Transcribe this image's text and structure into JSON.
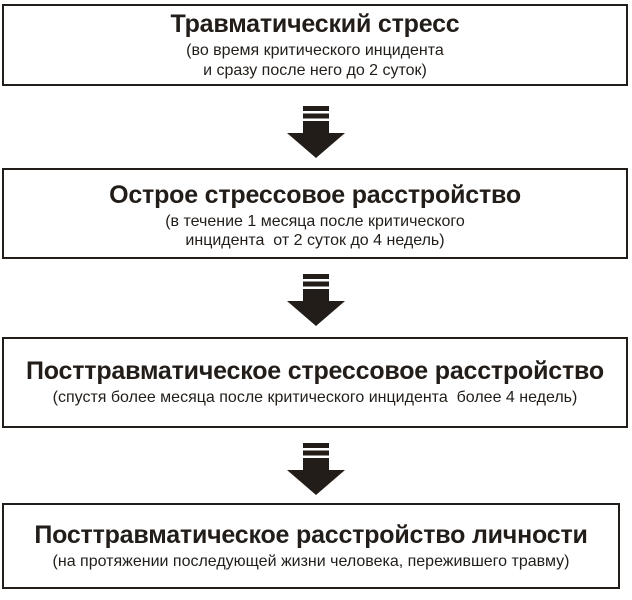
{
  "diagram": {
    "title_meaning": "Stages of stress disorders flowchart",
    "boxes": [
      {
        "title": "Травматический стресс",
        "subtitle_lines": [
          "(во время критического инцидента",
          "и сразу после него до 2 суток)"
        ]
      },
      {
        "title": "Острое стрессовое расстройство",
        "subtitle_lines": [
          "(в течение 1 месяца после критического",
          "инцидента  от 2 суток до 4 недель)"
        ]
      },
      {
        "title": "Посттравматическое стрессовое расстройство",
        "subtitle_lines": [
          "(спустя более месяца после критического инцидента  более 4 недель)"
        ]
      },
      {
        "title": "Посттравматическое расстройство личности",
        "subtitle_lines": [
          "(на протяжении последующей жизни человека, пережившего травму)"
        ]
      }
    ],
    "connectors": [
      {
        "icon": "down-arrow"
      },
      {
        "icon": "down-arrow"
      },
      {
        "icon": "down-arrow"
      }
    ],
    "colors": {
      "ink": "#221d19",
      "background": "#ffffff",
      "box_fill": "#ffffff"
    }
  }
}
